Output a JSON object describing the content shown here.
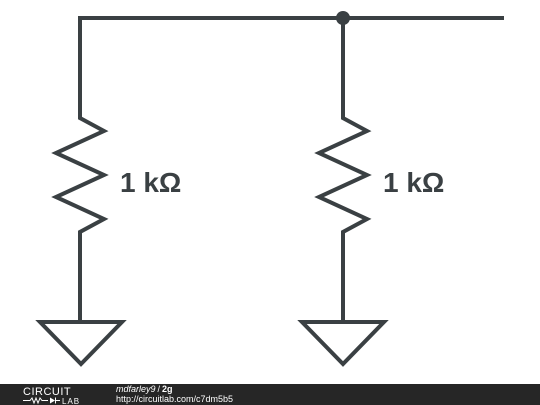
{
  "schematic": {
    "resistors": [
      {
        "label": "1 kΩ"
      },
      {
        "label": "1 kΩ"
      }
    ],
    "wire_color": "#3a4043"
  },
  "footer": {
    "logo_top": "CIRCUIT",
    "logo_bottom": "LAB",
    "user": "mdfarley9",
    "separator": "/",
    "circuit_name": "2g",
    "url": "http://circuitlab.com/c7dm5b5",
    "background": "#262626"
  }
}
